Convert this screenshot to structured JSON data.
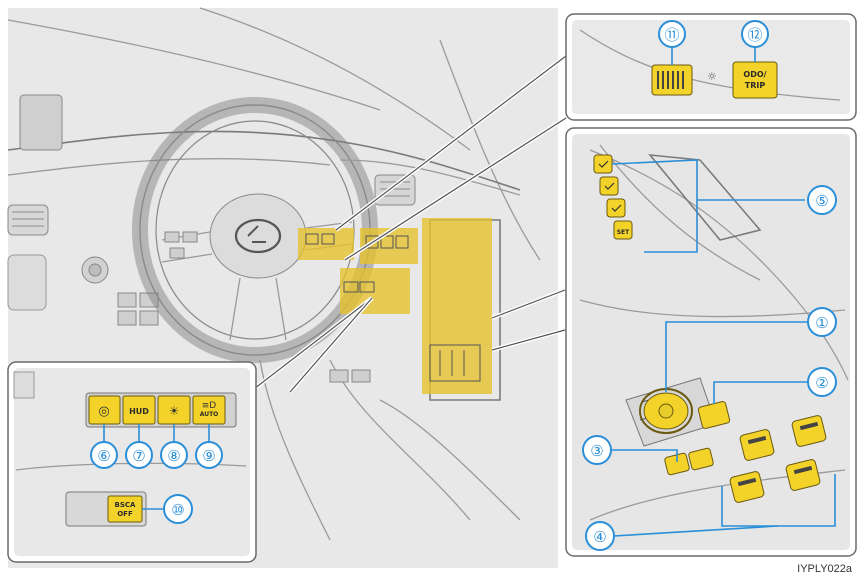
{
  "callouts": [
    {
      "id": "1",
      "label": "①"
    },
    {
      "id": "2",
      "label": "②"
    },
    {
      "id": "3",
      "label": "③"
    },
    {
      "id": "4",
      "label": "④"
    },
    {
      "id": "5",
      "label": "⑤"
    },
    {
      "id": "6",
      "label": "⑥"
    },
    {
      "id": "7",
      "label": "⑦"
    },
    {
      "id": "8",
      "label": "⑧"
    },
    {
      "id": "9",
      "label": "⑨"
    },
    {
      "id": "10",
      "label": "⑩"
    },
    {
      "id": "11",
      "label": "⑪"
    },
    {
      "id": "12",
      "label": "⑫"
    }
  ],
  "buttons": {
    "hud": "HUD",
    "odo_line1": "ODO/",
    "odo_line2": "TRIP",
    "bsm_line1": "BSCA",
    "bsm_line2": "OFF",
    "set": "SET",
    "auto": "AUTO"
  },
  "image_code": "IYPLY022a",
  "colors": {
    "accent": "#2a8fd8",
    "highlight": "#f3d22a"
  },
  "icons": [
    "steering-heat-icon",
    "headlight-leveling-icon",
    "auto-headlight-icon",
    "instrument-dimmer-icon",
    "window-lock-icon",
    "mirror-select-icon",
    "memory-seat-icon"
  ]
}
